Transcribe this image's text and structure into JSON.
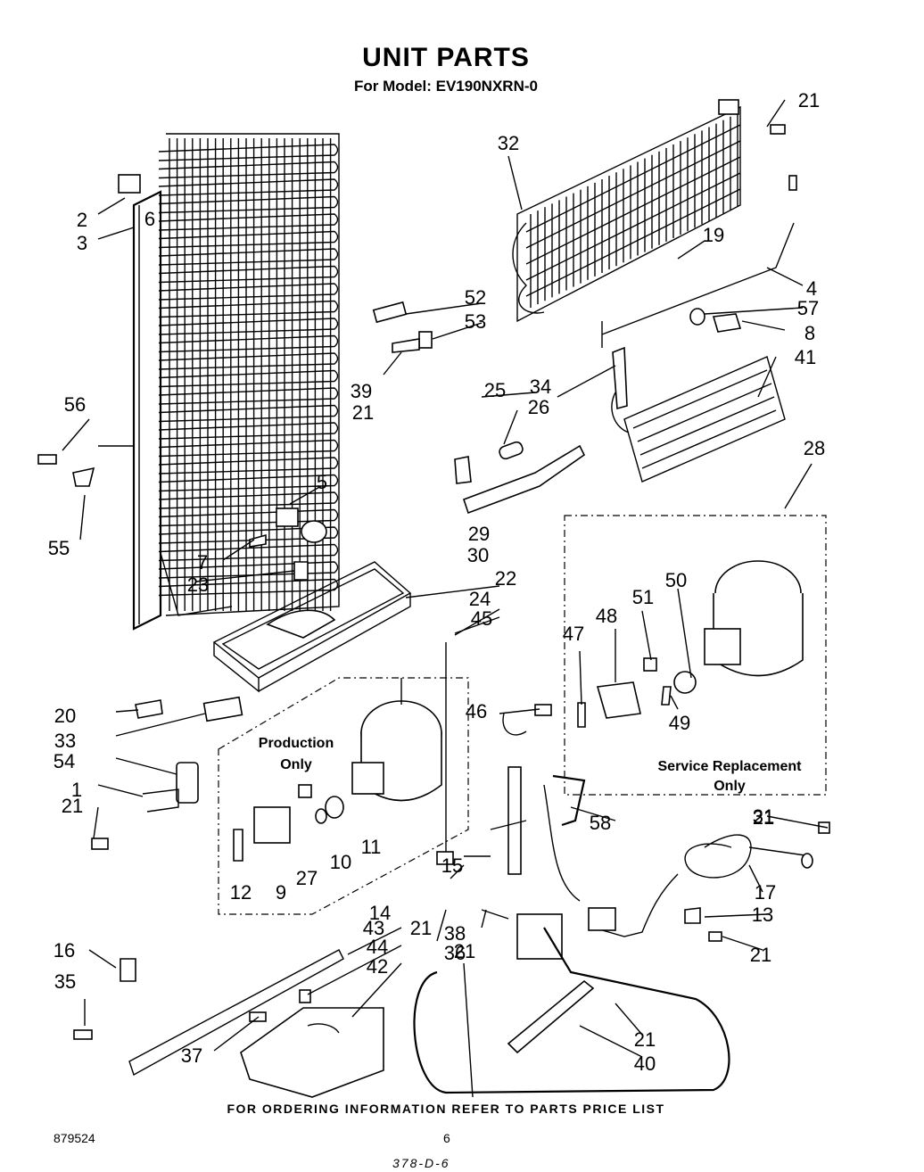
{
  "header": {
    "title": "UNIT PARTS",
    "model": "For Model: EV190NXRN-0"
  },
  "callouts": [
    "1",
    "2",
    "3",
    "4",
    "5",
    "6",
    "7",
    "8",
    "9",
    "10",
    "11",
    "12",
    "13",
    "14",
    "15",
    "16",
    "17",
    "19",
    "20",
    "21",
    "21",
    "21",
    "21",
    "21",
    "21",
    "21",
    "21",
    "22",
    "23",
    "24",
    "25",
    "26",
    "27",
    "28",
    "29",
    "30",
    "31",
    "32",
    "33",
    "34",
    "35",
    "36",
    "37",
    "38",
    "39",
    "40",
    "41",
    "42",
    "43",
    "44",
    "45",
    "46",
    "47",
    "48",
    "49",
    "50",
    "51",
    "52",
    "53",
    "54",
    "55",
    "56",
    "57",
    "58"
  ],
  "boxes": {
    "production": [
      "Production",
      "Only"
    ],
    "service": [
      "Service Replacement",
      "Only"
    ]
  },
  "footer": {
    "ordering": "FOR ORDERING INFORMATION REFER TO PARTS PRICE LIST",
    "doc_number": "879524",
    "page": "6",
    "handwritten": "378-D-6"
  }
}
